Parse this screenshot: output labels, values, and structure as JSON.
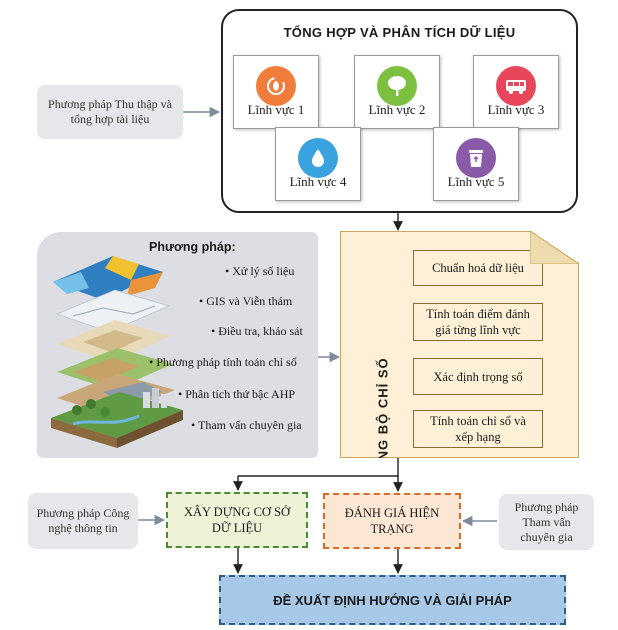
{
  "synthesis": {
    "title": "TỔNG HỢP VÀ PHÂN TÍCH DỮ LIỆU",
    "domains": [
      {
        "label": "Lĩnh vực 1",
        "icon": "leaf-cycle-icon",
        "color": "#f07d3c"
      },
      {
        "label": "Lĩnh vực 2",
        "icon": "tree-icon",
        "color": "#7dbf3f"
      },
      {
        "label": "Lĩnh vực 3",
        "icon": "bus-icon",
        "color": "#e8465a"
      },
      {
        "label": "Lĩnh vực 4",
        "icon": "water-drop-icon",
        "color": "#3aa3df"
      },
      {
        "label": "Lĩnh vực 5",
        "icon": "recycle-bin-icon",
        "color": "#8a5aa8"
      }
    ]
  },
  "data_collection_method": "Phương pháp Thu thập và tổng hợp tài liệu",
  "methods": {
    "title": "Phương pháp:",
    "items": [
      "Xử lý số liệu",
      "GIS và Viễn thám",
      "Điều tra, khảo sát",
      "Phương pháp tính toán chỉ số",
      "Phân tích thứ bậc AHP",
      "Tham vấn chuyên gia"
    ]
  },
  "index_building": {
    "title": "XÂY DỰNG BỘ CHỈ SỐ",
    "steps": [
      "Chuẩn hoá dữ liệu",
      "Tính toán điểm đánh giá từng lĩnh vực",
      "Xác định trọng số",
      "Tính toán chỉ số và xếp hạng"
    ]
  },
  "it_method": "Phương pháp Công nghệ thông tin",
  "database": "XÂY DỰNG CƠ SỞ DỮ LIỆU",
  "assessment": "ĐÁNH GIÁ HIỆN TRẠNG",
  "expert_method": "Phương pháp Tham vấn chuyên gia",
  "proposal": "ĐỀ XUẤT ĐỊNH HƯỚNG VÀ GIẢI PHÁP"
}
